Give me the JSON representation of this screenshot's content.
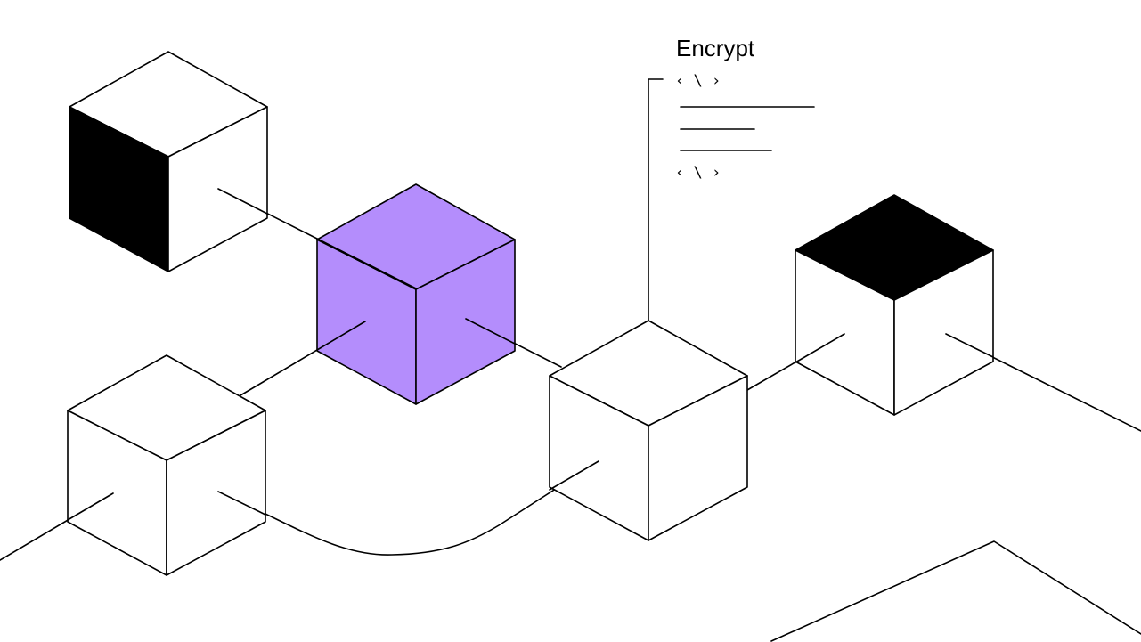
{
  "annotation": {
    "title": "Encrypt",
    "code_open": "‹ \\ ›",
    "code_close": "‹ \\ ›"
  },
  "colors": {
    "background": "#ffffff",
    "stroke": "#000000",
    "highlight_cube": "#b48dfc",
    "solid_face": "#000000"
  },
  "cubes": [
    {
      "id": "cube-top-left",
      "shaded_face": "left",
      "fill": "#000000"
    },
    {
      "id": "cube-purple",
      "shaded_face": "all",
      "fill": "#b48dfc"
    },
    {
      "id": "cube-bottom-left",
      "shaded_face": "none"
    },
    {
      "id": "cube-center",
      "shaded_face": "none"
    },
    {
      "id": "cube-right",
      "shaded_face": "top",
      "fill": "#000000"
    }
  ]
}
